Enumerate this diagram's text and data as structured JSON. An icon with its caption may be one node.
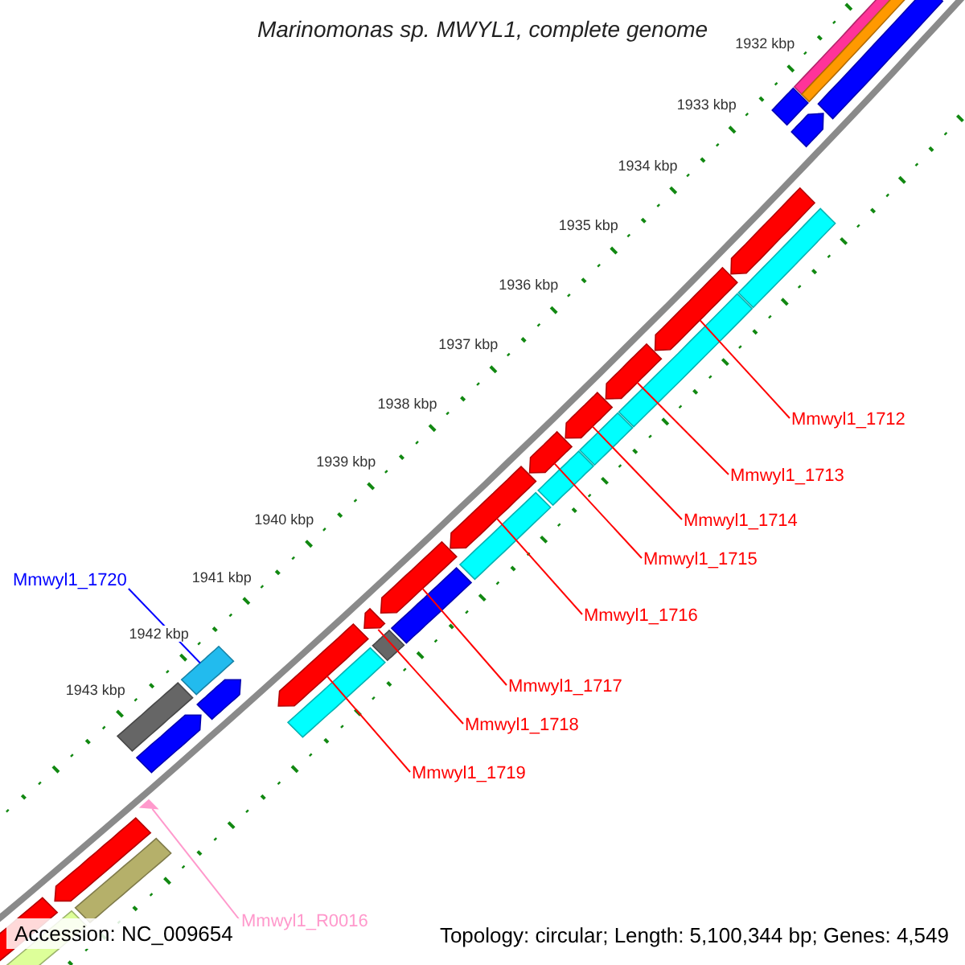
{
  "diagram": {
    "title": "Marinomonas sp. MWYL1, complete genome",
    "nodes": [
      {
        "text": [
          "Mmwyl1_1712"
        ]
      },
      {
        "text": [
          "Mmwyl1_1713"
        ]
      },
      {
        "text": [
          "Mmwyl1_1714"
        ]
      },
      {
        "text": [
          "Mmwyl1_1715"
        ]
      },
      {
        "text": [
          "Mmwyl1_1716"
        ]
      },
      {
        "text": [
          "Mmwyl1_1717"
        ]
      },
      {
        "text": [
          "Mmwyl1_1718"
        ]
      },
      {
        "text": [
          "Mmwyl1_1719"
        ]
      },
      {
        "text": [
          "Mmwyl1_1720"
        ]
      },
      {
        "text": [
          "Mmwyl1_R0016"
        ]
      },
      {
        "text": [],
        "shape": "bar"
      },
      {
        "text": [],
        "shape": "bar"
      },
      {
        "text": [],
        "shape": "bar"
      },
      {
        "text": [],
        "shape": "bar"
      },
      {
        "text": [],
        "shape": "arrow"
      },
      {
        "text": [],
        "shape": "bar"
      },
      {
        "text": [],
        "shape": "arrow"
      },
      {
        "text": [],
        "shape": "arrow"
      },
      {
        "text": [],
        "shape": "bar"
      },
      {
        "text": [],
        "shape": "arrow"
      },
      {
        "text": [],
        "shape": "bar"
      },
      {
        "text": [],
        "shape": "arrow"
      },
      {
        "text": [],
        "shape": "bar"
      },
      {
        "text": [],
        "shape": "arrow"
      },
      {
        "text": [],
        "shape": "bar"
      },
      {
        "text": [],
        "shape": "arrow"
      },
      {
        "text": [],
        "shape": "bar"
      },
      {
        "text": [],
        "shape": "arrow"
      },
      {
        "text": [],
        "shape": "arrow"
      },
      {
        "text": [],
        "shape": "bar"
      },
      {
        "text": [],
        "shape": "bar"
      },
      {
        "text": [],
        "shape": "arrow"
      },
      {
        "text": [],
        "shape": "arrow"
      },
      {
        "text": [],
        "shape": "bar"
      },
      {
        "text": [],
        "shape": "bar"
      },
      {
        "text": [],
        "shape": "arrow"
      },
      {
        "text": [],
        "shape": "triangle"
      },
      {
        "text": [],
        "shape": "arrow"
      },
      {
        "text": [],
        "shape": "bar"
      },
      {
        "text": [],
        "shape": "arrow"
      },
      {
        "text": [],
        "shape": "bar"
      }
    ],
    "edges": [
      {
        "from": 0,
        "to": 17,
        "arrow": "none"
      },
      {
        "from": 1,
        "to": 19,
        "arrow": "none"
      },
      {
        "from": 2,
        "to": 21,
        "arrow": "none"
      },
      {
        "from": 3,
        "to": 23,
        "arrow": "none"
      },
      {
        "from": 4,
        "to": 25,
        "arrow": "none"
      },
      {
        "from": 5,
        "to": 27,
        "arrow": "none"
      },
      {
        "from": 6,
        "to": 28,
        "arrow": "none"
      },
      {
        "from": 7,
        "to": 31,
        "arrow": "none"
      },
      {
        "from": 8,
        "to": 33,
        "arrow": "none",
        "color": "#0000ff"
      },
      {
        "from": 9,
        "to": 36,
        "arrow": "none",
        "color": "#ff99cc"
      }
    ],
    "labels": [
      "1932 kbp",
      "1933 kbp",
      "1934 kbp",
      "1935 kbp",
      "1936 kbp",
      "1937 kbp",
      "1938 kbp",
      "1939 kbp",
      "1940 kbp",
      "1941 kbp",
      "1942 kbp",
      "1943 kbp",
      "Accession: NC_009654",
      "Topology: circular; Length: 5,100,344 bp; Genes: 4,549"
    ]
  }
}
